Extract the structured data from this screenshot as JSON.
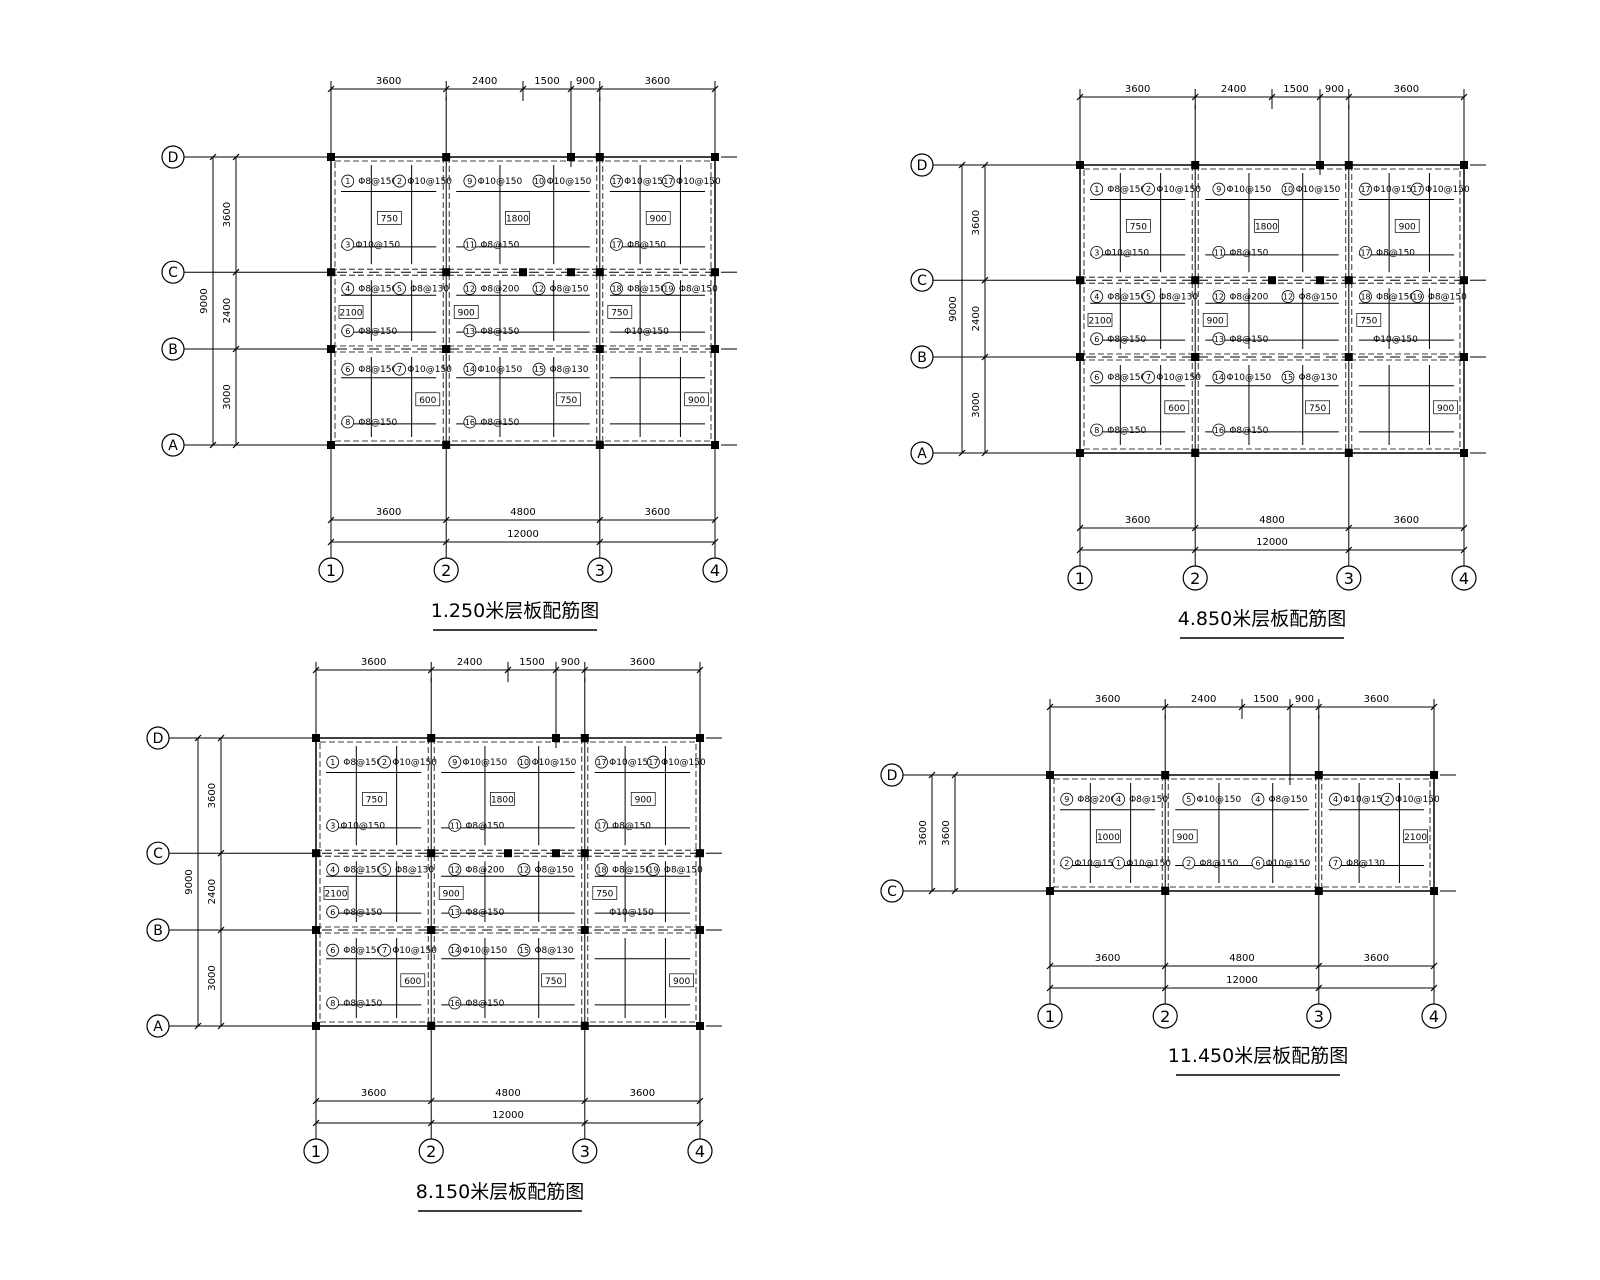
{
  "drawings": [
    {
      "title": "1.250米层板配筋图",
      "top_dims": [
        "3600",
        "2400",
        "1500",
        "900",
        "3600"
      ],
      "bottom_dims": [
        "3600",
        "4800",
        "3600"
      ],
      "total": "12000",
      "side_total": "9000",
      "side_dims": [
        "3600",
        "2400",
        "3000"
      ],
      "axes_h": [
        "D",
        "C",
        "B",
        "A"
      ],
      "axes_v": [
        "1",
        "2",
        "3",
        "4"
      ],
      "notes": [
        "Φ8@150",
        "Φ10@150",
        "Φ10@150",
        "Φ8@150",
        "Φ8@130",
        "Φ8@150",
        "Φ8@150",
        "Φ10@150",
        "Φ8@150",
        "Φ10@150",
        "Φ10@150",
        "Φ8@150",
        "Φ8@200",
        "Φ8@150",
        "Φ8@150",
        "Φ10@150",
        "Φ8@130",
        "Φ8@150",
        "Φ10@150",
        "Φ10@150",
        "Φ8@150",
        "Φ8@150",
        "Φ8@150",
        "Φ10@150"
      ],
      "dims_inner": [
        "2100",
        "1800",
        "750",
        "750",
        "750",
        "600",
        "900",
        "900",
        "900"
      ],
      "marks": [
        "1",
        "2",
        "3",
        "4",
        "5",
        "6",
        "6",
        "7",
        "8",
        "9",
        "10",
        "11",
        "12",
        "12",
        "13",
        "14",
        "15",
        "16",
        "17",
        "17",
        "17",
        "18",
        "19"
      ]
    },
    {
      "title": "4.850米层板配筋图",
      "top_dims": [
        "3600",
        "2400",
        "1500",
        "900",
        "3600"
      ],
      "bottom_dims": [
        "3600",
        "4800",
        "3600"
      ],
      "total": "12000",
      "side_total": "9000",
      "side_dims": [
        "3600",
        "2400",
        "3000"
      ],
      "axes_h": [
        "D",
        "C",
        "B",
        "A"
      ],
      "axes_v": [
        "1",
        "2",
        "3",
        "4"
      ],
      "notes": [
        "Φ8@150",
        "Φ10@150",
        "Φ10@150",
        "Φ8@150",
        "Φ8@130",
        "Φ8@150",
        "Φ8@150",
        "Φ10@150",
        "Φ8@150",
        "Φ10@150",
        "Φ10@150",
        "Φ8@150",
        "Φ8@200",
        "Φ8@150",
        "Φ8@150",
        "Φ10@150",
        "Φ8@130",
        "Φ8@150",
        "Φ10@150",
        "Φ10@150",
        "Φ8@150",
        "Φ8@150",
        "Φ8@150",
        "Φ10@150"
      ],
      "dims_inner": [
        "2100",
        "1800",
        "750",
        "750",
        "750",
        "600",
        "900",
        "900",
        "900"
      ],
      "marks": [
        "1",
        "2",
        "3",
        "4",
        "5",
        "6",
        "6",
        "7",
        "8",
        "9",
        "10",
        "11",
        "12",
        "12",
        "13",
        "14",
        "15",
        "16",
        "17",
        "17",
        "17",
        "18",
        "19"
      ]
    },
    {
      "title": "8.150米层板配筋图",
      "top_dims": [
        "3600",
        "2400",
        "1500",
        "900",
        "3600"
      ],
      "bottom_dims": [
        "3600",
        "4800",
        "3600"
      ],
      "total": "12000",
      "side_total": "9000",
      "side_dims": [
        "3600",
        "2400",
        "3000"
      ],
      "axes_h": [
        "D",
        "C",
        "B",
        "A"
      ],
      "axes_v": [
        "1",
        "2",
        "3",
        "4"
      ],
      "notes": [
        "Φ8@150",
        "Φ10@150",
        "Φ10@150",
        "Φ8@150",
        "Φ8@130",
        "Φ8@150",
        "Φ8@150",
        "Φ10@150",
        "Φ8@150",
        "Φ10@150",
        "Φ10@150",
        "Φ8@150",
        "Φ8@200",
        "Φ8@150",
        "Φ8@150",
        "Φ10@150",
        "Φ8@130",
        "Φ8@150",
        "Φ10@150",
        "Φ10@150",
        "Φ8@150",
        "Φ8@150",
        "Φ8@150",
        "Φ10@150"
      ],
      "dims_inner": [
        "2100",
        "1800",
        "750",
        "750",
        "750",
        "600",
        "900",
        "900",
        "900"
      ],
      "marks": [
        "1",
        "2",
        "3",
        "4",
        "5",
        "6",
        "6",
        "7",
        "8",
        "9",
        "10",
        "11",
        "12",
        "12",
        "13",
        "14",
        "15",
        "16",
        "17",
        "17",
        "17",
        "18",
        "19"
      ]
    },
    {
      "title": "11.450米层板配筋图",
      "top_dims": [
        "3600",
        "2400",
        "1500",
        "900",
        "3600"
      ],
      "bottom_dims": [
        "3600",
        "4800",
        "3600"
      ],
      "total": "12000",
      "side_total": "3600",
      "side_dims": [
        "3600"
      ],
      "axes_h": [
        "D",
        "C"
      ],
      "axes_v": [
        "1",
        "2",
        "3",
        "4"
      ],
      "notes": [
        "Φ8@200",
        "Φ8@150",
        "Φ10@150",
        "Φ10@150",
        "Φ10@150",
        "Φ8@150",
        "Φ8@150",
        "Φ10@150",
        "Φ10@150",
        "Φ10@150",
        "Φ8@130"
      ],
      "dims_inner": [
        "900",
        "1000",
        "2100"
      ],
      "marks": [
        "9",
        "4",
        "2",
        "1",
        "5",
        "4",
        "2",
        "6",
        "4",
        "2",
        "7"
      ]
    }
  ]
}
